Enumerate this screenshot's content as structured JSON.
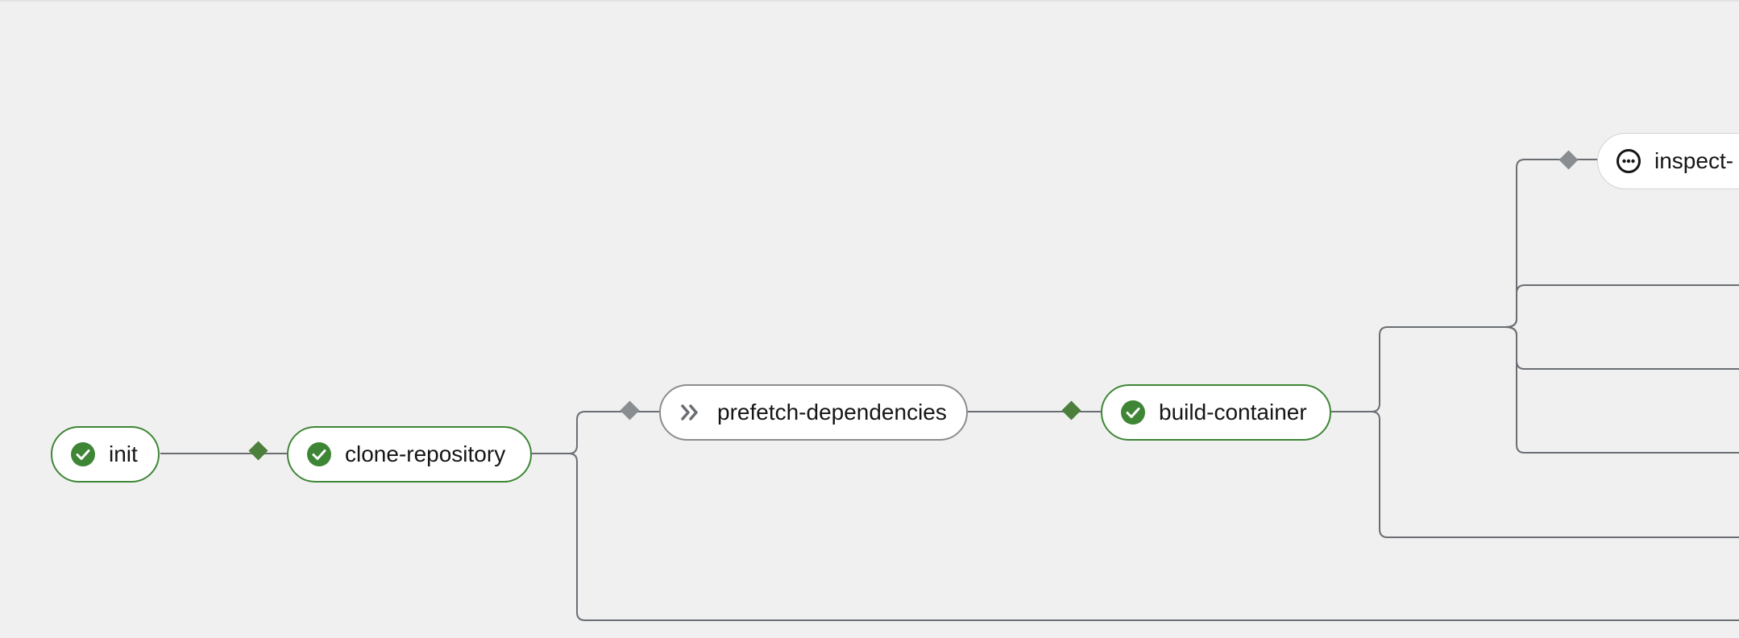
{
  "pipeline": {
    "nodes": [
      {
        "id": "init",
        "label": "init",
        "status": "succeeded",
        "icon": "check-circle-icon"
      },
      {
        "id": "clone-repository",
        "label": "clone-repository",
        "status": "succeeded",
        "icon": "check-circle-icon"
      },
      {
        "id": "prefetch-dependencies",
        "label": "prefetch-dependencies",
        "status": "skipped",
        "icon": "angle-double-right-icon"
      },
      {
        "id": "build-container",
        "label": "build-container",
        "status": "succeeded",
        "icon": "check-circle-icon"
      },
      {
        "id": "inspect",
        "label": "inspect-",
        "status": "pending",
        "icon": "ellipsis-circle-icon"
      }
    ],
    "colors": {
      "succeeded": "#3e8635",
      "skipped": "#6a6e73",
      "pending": "#151515",
      "edge": "#6a6e73",
      "when_condition_met": "#4d7f3c",
      "when_condition_skipped": "#8a8d90",
      "background": "#f0f0f0"
    }
  }
}
